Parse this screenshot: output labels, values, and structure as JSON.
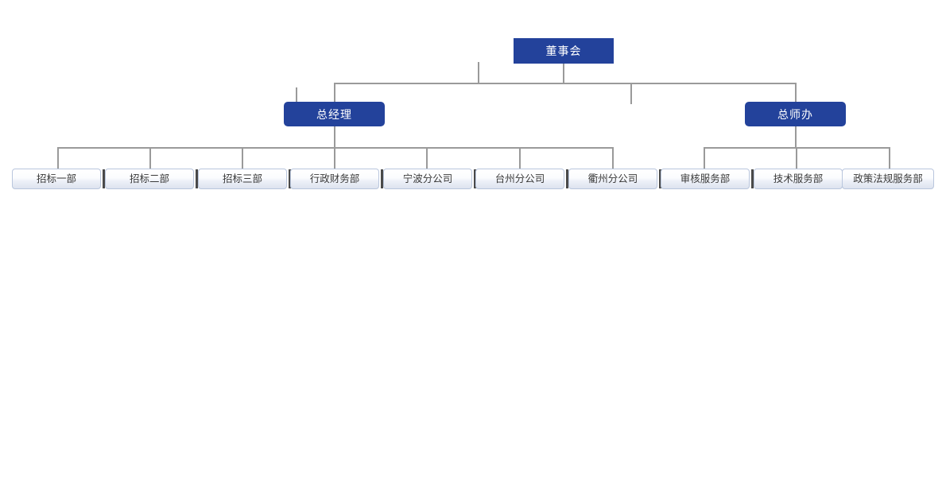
{
  "chart_title": "",
  "colors": {
    "node_blue_bg": "#23429b",
    "node_blue_text": "#ffffff",
    "leaf_border": "#b9c6dd",
    "leaf_text": "#3a3a3a",
    "connector_line": "#9a9a9a",
    "leaf_separator": "#4a4a4a",
    "page_background": "#ffffff"
  },
  "org": {
    "root": {
      "label": "董事会",
      "level": 1
    },
    "level2": [
      {
        "label": "总经理",
        "level": 2
      },
      {
        "label": "总师办",
        "level": 2
      }
    ],
    "departments": [
      {
        "label": "招标一部",
        "parent": "总经理"
      },
      {
        "label": "招标二部",
        "parent": "总经理"
      },
      {
        "label": "招标三部",
        "parent": "总经理"
      },
      {
        "label": "行政财务部",
        "parent": "总经理"
      },
      {
        "label": "宁波分公司",
        "parent": "总经理"
      },
      {
        "label": "台州分公司",
        "parent": "总经理"
      },
      {
        "label": "衢州分公司",
        "parent": "总经理"
      },
      {
        "label": "审核服务部",
        "parent": "总师办"
      },
      {
        "label": "技术服务部",
        "parent": "总师办"
      },
      {
        "label": "政策法规服务部",
        "parent": "总师办"
      }
    ]
  }
}
